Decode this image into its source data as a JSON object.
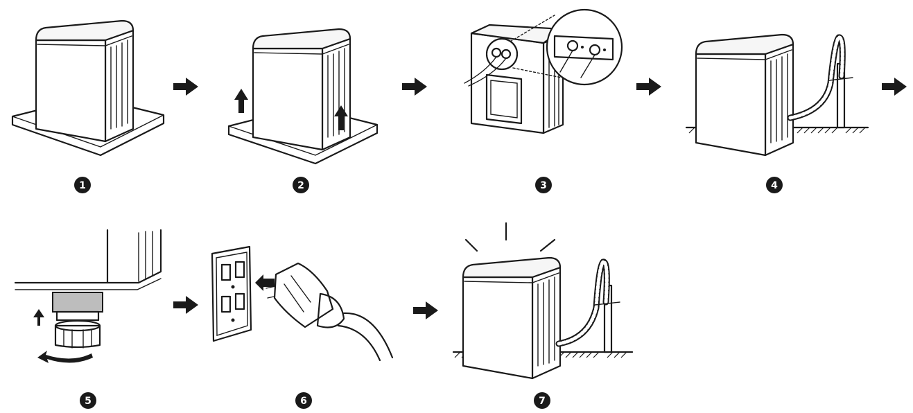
{
  "steps": [
    {
      "number": "1",
      "icon": "washer-on-pallet-icon"
    },
    {
      "number": "2",
      "icon": "lift-washer-icon"
    },
    {
      "number": "3",
      "icon": "connect-water-hoses-icon"
    },
    {
      "number": "4",
      "icon": "drain-hose-icon"
    },
    {
      "number": "5",
      "icon": "level-foot-icon"
    },
    {
      "number": "6",
      "icon": "plug-in-icon"
    },
    {
      "number": "7",
      "icon": "washer-ready-icon"
    }
  ],
  "colors": {
    "ink": "#1a1a1a",
    "background": "#ffffff"
  }
}
